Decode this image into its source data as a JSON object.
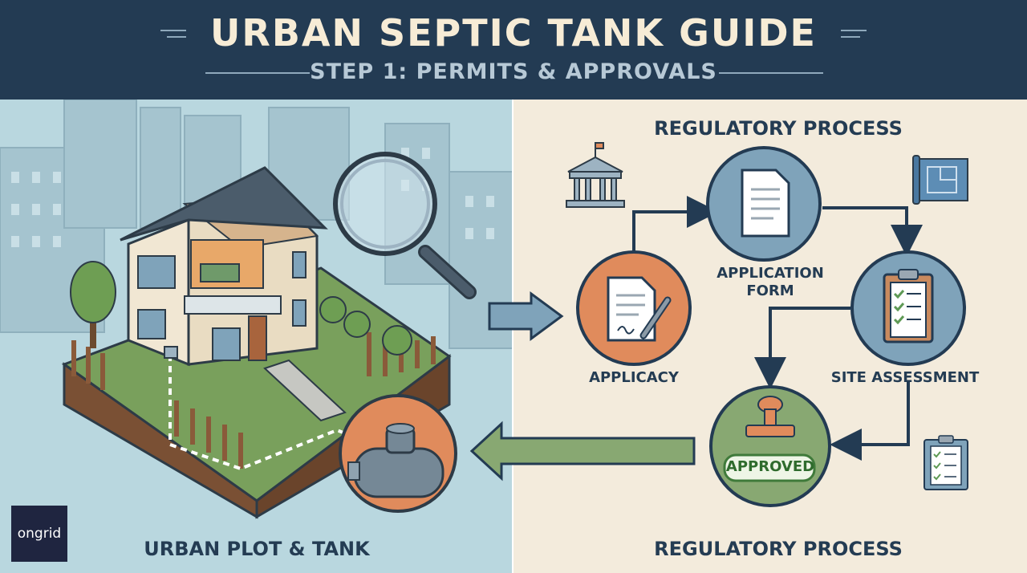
{
  "header": {
    "title": "URBAN SEPTIC TANK GUIDE",
    "subtitle": "STEP 1: PERMITS & APPROVALS"
  },
  "left_panel": {
    "caption": "URBAN PLOT & TANK"
  },
  "right_panel": {
    "top_heading": "REGULATORY PROCESS",
    "bottom_heading": "REGULATORY PROCESS",
    "steps": {
      "applicacy": "APPLICACY",
      "application_form_line1": "APPLICATION",
      "application_form_line2": "FORM",
      "site_assessment": "SITE ASSESSMENT",
      "approved_stamp": "APPROVED"
    }
  },
  "logo": {
    "text": "ongrid"
  },
  "colors": {
    "header_bg": "#233b53",
    "left_bg": "#b9d7df",
    "right_bg": "#f3ebdc",
    "applicacy": "#e08b5c",
    "form": "#7fa3ba",
    "assessment": "#7fa3ba",
    "approved": "#88a872",
    "arrow_return": "#88a872",
    "outline": "#233b53"
  },
  "icons": [
    "courthouse-icon",
    "document-icon",
    "pen-icon",
    "clipboard-icon",
    "stamp-icon",
    "blueprint-icon",
    "checklist-icon",
    "magnifier-icon",
    "septic-tank-icon"
  ]
}
